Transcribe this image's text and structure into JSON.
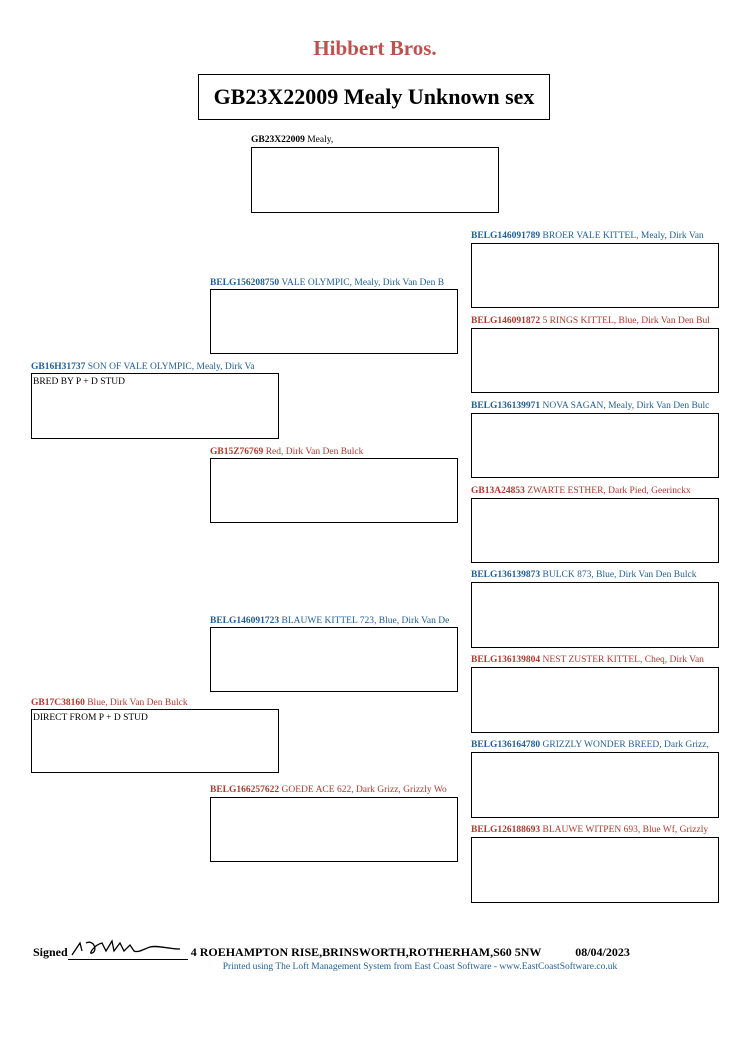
{
  "header": {
    "breeder": "Hibbert Bros.",
    "title": "GB23X22009 Mealy Unknown sex"
  },
  "pedigree": {
    "subject": {
      "ring": "GB23X22009",
      "desc": " Mealy,",
      "notes": ""
    },
    "sire": {
      "ring": "GB16H31737",
      "desc": " SON OF VALE OLYMPIC, Mealy, Dirk Va",
      "notes": "BRED BY P + D STUD"
    },
    "dam": {
      "ring": "GB17C38160",
      "desc": " Blue, Dirk Van Den Bulck",
      "notes": "DIRECT FROM P + D STUD"
    },
    "ss": {
      "ring": "BELG156208750",
      "desc": " VALE OLYMPIC, Mealy, Dirk Van Den B",
      "notes": ""
    },
    "sd": {
      "ring": "GB15Z76769",
      "desc": " Red, Dirk Van Den Bulck",
      "notes": ""
    },
    "ds": {
      "ring": "BELG146091723",
      "desc": " BLAUWE KITTEL 723, Blue, Dirk Van De",
      "notes": ""
    },
    "dd": {
      "ring": "BELG166257622",
      "desc": " GOEDE ACE 622, Dark Grizz, Grizzly Wo",
      "notes": ""
    },
    "sss": {
      "ring": "BELG146091789",
      "desc": " BROER VALE KITTEL, Mealy, Dirk Van",
      "notes": ""
    },
    "ssd": {
      "ring": "BELG146091872",
      "desc": " 5 RINGS KITTEL, Blue, Dirk Van Den Bul",
      "notes": ""
    },
    "sds": {
      "ring": "BELG136139971",
      "desc": " NOVA SAGAN, Mealy, Dirk Van Den Bulc",
      "notes": ""
    },
    "sdd": {
      "ring": "GB13A24853",
      "desc": " ZWARTE ESTHER, Dark Pied, Geerinckx",
      "notes": ""
    },
    "dss": {
      "ring": "BELG136139873",
      "desc": " BULCK 873, Blue, Dirk Van Den Bulck",
      "notes": ""
    },
    "dsd": {
      "ring": "BELG136139804",
      "desc": " NEST ZUSTER KITTEL, Cheq, Dirk Van",
      "notes": ""
    },
    "dds": {
      "ring": "BELG136164780",
      "desc": " GRIZZLY WONDER BREED, Dark Grizz,",
      "notes": ""
    },
    "ddd": {
      "ring": "BELG126188693",
      "desc": " BLAUWE WITPEN 693, Blue Wf, Grizzly",
      "notes": ""
    }
  },
  "footer": {
    "signed_label": "Signed",
    "address": "4 ROEHAMPTON RISE,BRINSWORTH,ROTHERHAM,S60 5NW",
    "date": "08/04/2023",
    "printed": "Printed using The Loft Management System from East Coast Software - www.EastCoastSoftware.co.uk"
  },
  "colors": {
    "cock": "#1f5f99",
    "hen": "#b03a2e",
    "breeder": "#c0504d"
  }
}
